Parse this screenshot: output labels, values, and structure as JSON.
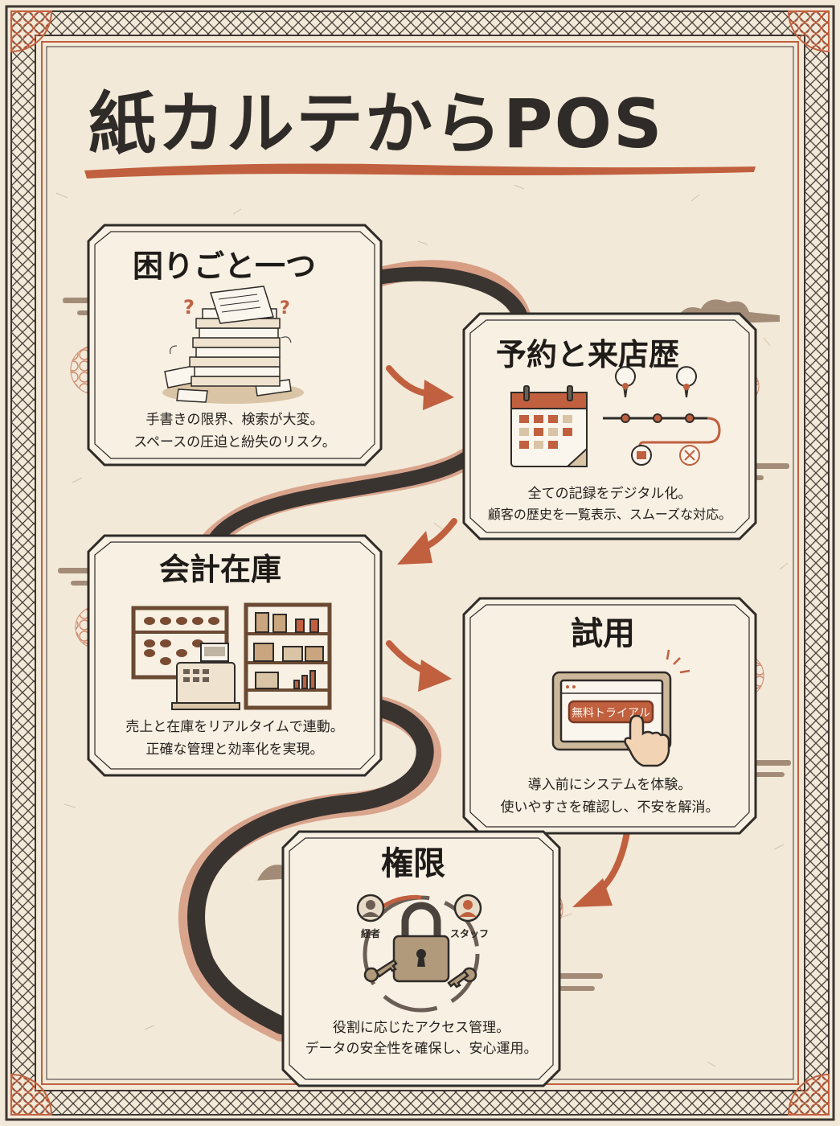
{
  "title": "紙カルテからPOS",
  "colors": {
    "paper": "#f3e9d8",
    "ink": "#2f2b28",
    "accent": "#c0603f",
    "road": "#3a3431"
  },
  "cards": [
    {
      "heading": "困りごと一つ",
      "lines": [
        "手書きの限界、検索が大変。",
        "スペースの圧迫と紛失のリスク。"
      ],
      "icon": "paper-stack-icon"
    },
    {
      "heading": "予約と来店歴",
      "lines": [
        "全ての記録をデジタル化。",
        "顧客の歴史を一覧表示、スムーズな対応。"
      ],
      "icon": "calendar-timeline-icon"
    },
    {
      "heading": "会計在庫",
      "lines": [
        "売上と在庫をリアルタイムで連動。",
        "正確な管理と効率化を実現。"
      ],
      "icon": "abacus-register-shelf-icon"
    },
    {
      "heading": "試用",
      "lines": [
        "導入前にシステムを体験。",
        "使いやすさを確認し、不安を解消。"
      ],
      "icon": "tablet-trial-icon",
      "button_label": "無料トライアル"
    },
    {
      "heading": "権限",
      "lines": [
        "役割に応じたアクセス管理。",
        "データの安全性を確保し、安心運用。"
      ],
      "icon": "padlock-roles-icon",
      "role_left": "経者",
      "role_right": "スタッフ"
    }
  ]
}
